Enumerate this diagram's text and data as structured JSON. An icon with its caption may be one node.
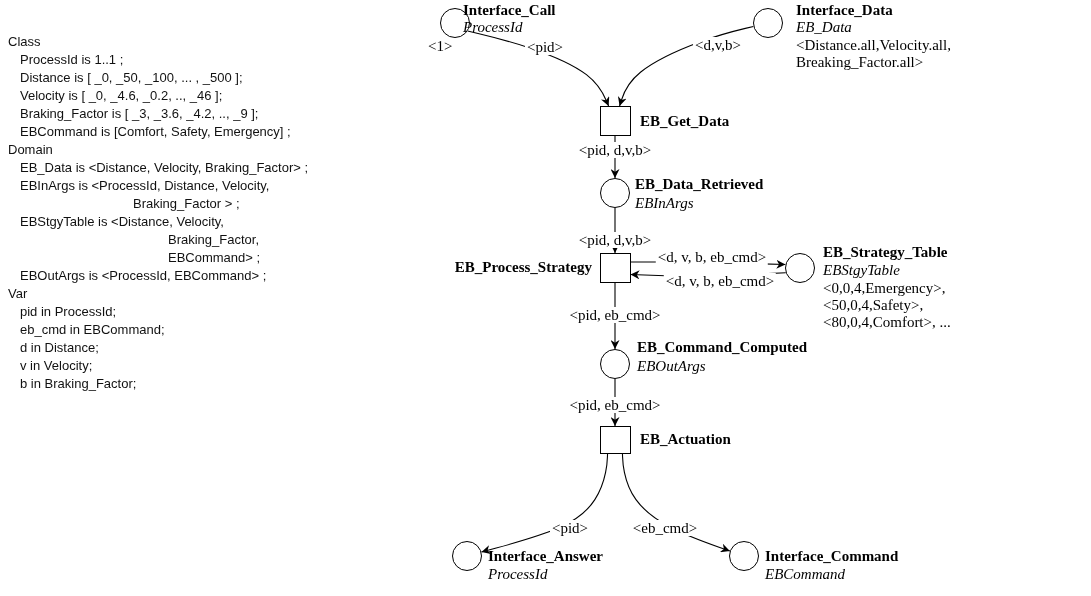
{
  "diagram": {
    "nodes": [
      {
        "text": [],
        "shape": "circle",
        "beside": [
          "Interface_Call",
          "ProcessId",
          "<1>"
        ]
      },
      {
        "text": [],
        "shape": "circle",
        "beside": [
          "Interface_Data",
          "EB_Data",
          "<Distance.all,Velocity.all, Breaking_Factor.all>"
        ]
      },
      {
        "text": [],
        "shape": "box",
        "beside": [
          "EB_Get_Data"
        ]
      },
      {
        "text": [],
        "shape": "circle",
        "beside": [
          "EB_Data_Retrieved",
          "EBInArgs"
        ]
      },
      {
        "text": [],
        "shape": "box",
        "beside": [
          "EB_Process_Strategy"
        ]
      },
      {
        "text": [],
        "shape": "circle",
        "beside": [
          "EB_Strategy_Table",
          "EBStgyTable",
          "<0,0,4,Emergency>, <50,0,4,Safety>, <80,0,4,Comfort>, ..."
        ]
      },
      {
        "text": [],
        "shape": "circle",
        "beside": [
          "EB_Command_Computed",
          "EBOutArgs"
        ]
      },
      {
        "text": [],
        "shape": "box",
        "beside": [
          "EB_Actuation"
        ]
      },
      {
        "text": [],
        "shape": "circle",
        "beside": [
          "Interface_Answer",
          "ProcessId"
        ]
      },
      {
        "text": [],
        "shape": "circle",
        "beside": [
          "Interface_Command",
          "EBCommand"
        ]
      }
    ],
    "edges": [
      {
        "from": 0,
        "to": 2,
        "arrow": "to",
        "label": "<pid>"
      },
      {
        "from": 1,
        "to": 2,
        "arrow": "to",
        "label": "<d,v,b>"
      },
      {
        "from": 2,
        "to": 3,
        "arrow": "to",
        "label": "<pid, d,v,b>"
      },
      {
        "from": 3,
        "to": 4,
        "arrow": "to",
        "label": "<pid, d,v,b>"
      },
      {
        "from": 4,
        "to": 5,
        "arrow": "to",
        "label": "<d, v, b, eb_cmd>"
      },
      {
        "from": 5,
        "to": 4,
        "arrow": "to",
        "label": "<d, v, b, eb_cmd>"
      },
      {
        "from": 4,
        "to": 6,
        "arrow": "to",
        "label": "<pid, eb_cmd>"
      },
      {
        "from": 6,
        "to": 7,
        "arrow": "to",
        "label": "<pid, eb_cmd>"
      },
      {
        "from": 7,
        "to": 8,
        "arrow": "to",
        "label": "<pid>"
      },
      {
        "from": 7,
        "to": 9,
        "arrow": "to",
        "label": "<eb_cmd>"
      }
    ],
    "labels": [
      "Class",
      "ProcessId is 1..1 ;",
      "Distance is [ _0, _50, _100, ... , _500 ];",
      "Velocity is [ _0, _4.6, _0.2, .., _46 ];",
      "Braking_Factor is [ _3, _3.6, _4.2, .., _9 ];",
      "EBCommand is [Comfort, Safety, Emergency] ;",
      "Domain",
      "EB_Data is <Distance, Velocity, Braking_Factor> ;",
      "EBInArgs is <ProcessId, Distance, Velocity, Braking_Factor > ;",
      "EBStgyTable is <Distance, Velocity, Braking_Factor, EBCommand> ;",
      "EBOutArgs is <ProcessId, EBCommand> ;",
      "Var",
      "pid in ProcessId;",
      "eb_cmd in EBCommand;",
      "d in Distance;",
      "v in Velocity;",
      "b in Braking_Factor;"
    ]
  }
}
